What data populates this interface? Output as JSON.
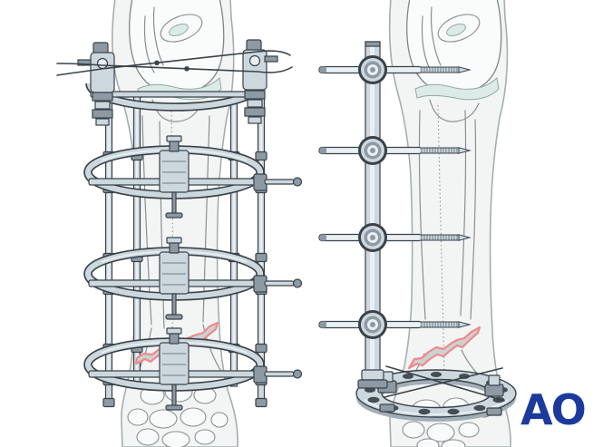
{
  "logo": {
    "text": "AO",
    "color": "#1b3a9b"
  },
  "figures": {
    "left": {
      "icon": "circular-ring-external-fixator-illustration"
    },
    "right": {
      "icon": "unilateral-rod-external-fixator-illustration"
    },
    "fracture_marker": "red-zigzag-fracture-line"
  },
  "colors": {
    "background": "#ffffff",
    "limb_fill": "#f3f5f5",
    "limb_outline": "#a6aeb0",
    "bone_line": "#898f92",
    "cartilage": "#dcebe8",
    "fracture_red": "#f08a8a",
    "fracture_fill": "#ccd2d3",
    "metal_light": "#e9eff2",
    "metal_mid": "#cdd8de",
    "metal_deep": "#8d9aa4",
    "hardware_outline": "#39424a",
    "slot_dark": "#454e55",
    "wire_dark": "#3a4349",
    "axis_gray": "#8e9899"
  }
}
